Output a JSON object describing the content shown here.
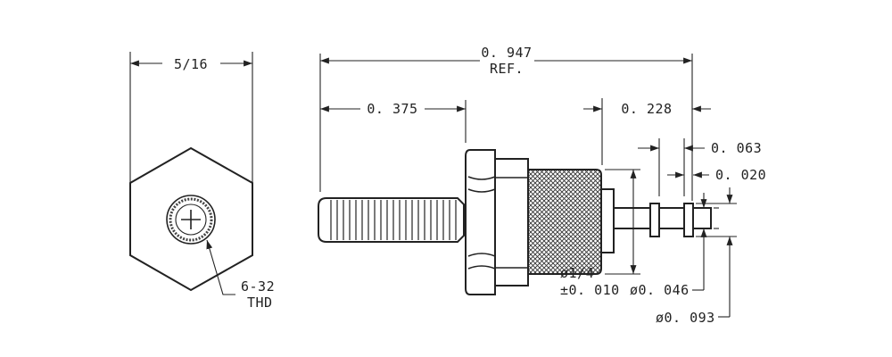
{
  "end_view": {
    "width_label": "5/16",
    "thread_label_line1": "6-32",
    "thread_label_line2": "THD"
  },
  "side_view": {
    "overall_length_line1": "0. 947",
    "overall_length_line2": "REF.",
    "stud_length": "0. 375",
    "pin_length": "0. 228",
    "collar_spacing": "0. 063",
    "collar_thickness": "0. 020",
    "knurl_diameter_line1": "ø1/4",
    "knurl_diameter_line2": "±0. 010",
    "pin_diameter": "ø0. 046",
    "collar_diameter": "ø0. 093"
  }
}
